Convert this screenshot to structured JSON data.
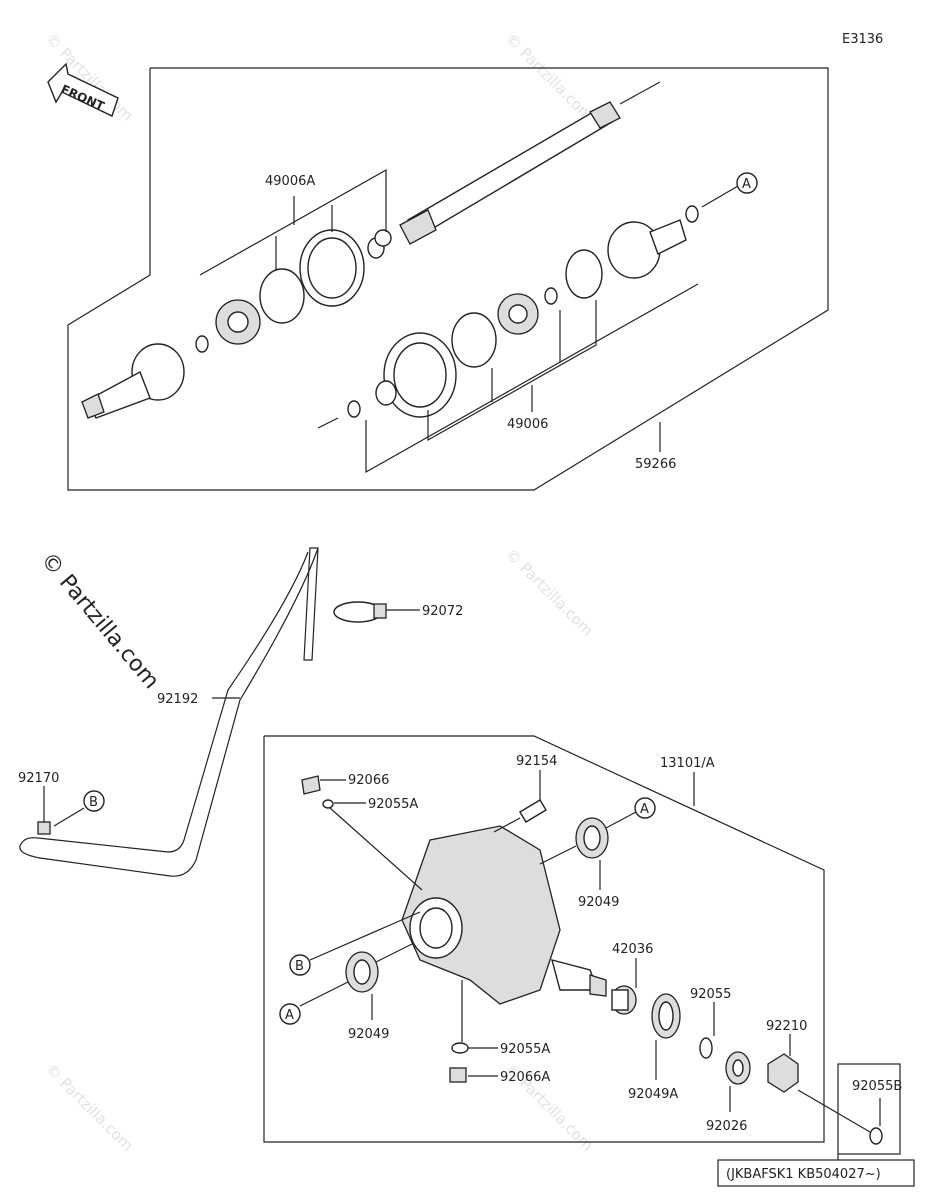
{
  "diagram_code": "E3136",
  "front_label": "FRONT",
  "watermark": "© Partzilla.com",
  "callouts": {
    "A": "A",
    "B": "B"
  },
  "parts": {
    "p49006A": "49006A",
    "p49006": "49006",
    "p59266": "59266",
    "p92072": "92072",
    "p92192": "92192",
    "p92170": "92170",
    "p92066": "92066",
    "p92055A_top": "92055A",
    "p92154": "92154",
    "p13101A": "13101/A",
    "p92049_upper": "92049",
    "p42036": "42036",
    "p92049_lower": "92049",
    "p92055A_bottom": "92055A",
    "p92066A": "92066A",
    "p92049A": "92049A",
    "p92055": "92055",
    "p92026": "92026",
    "p92210": "92210",
    "p92055B": "92055B"
  },
  "serial_note": "(JKBAFSK1 KB504027~)"
}
